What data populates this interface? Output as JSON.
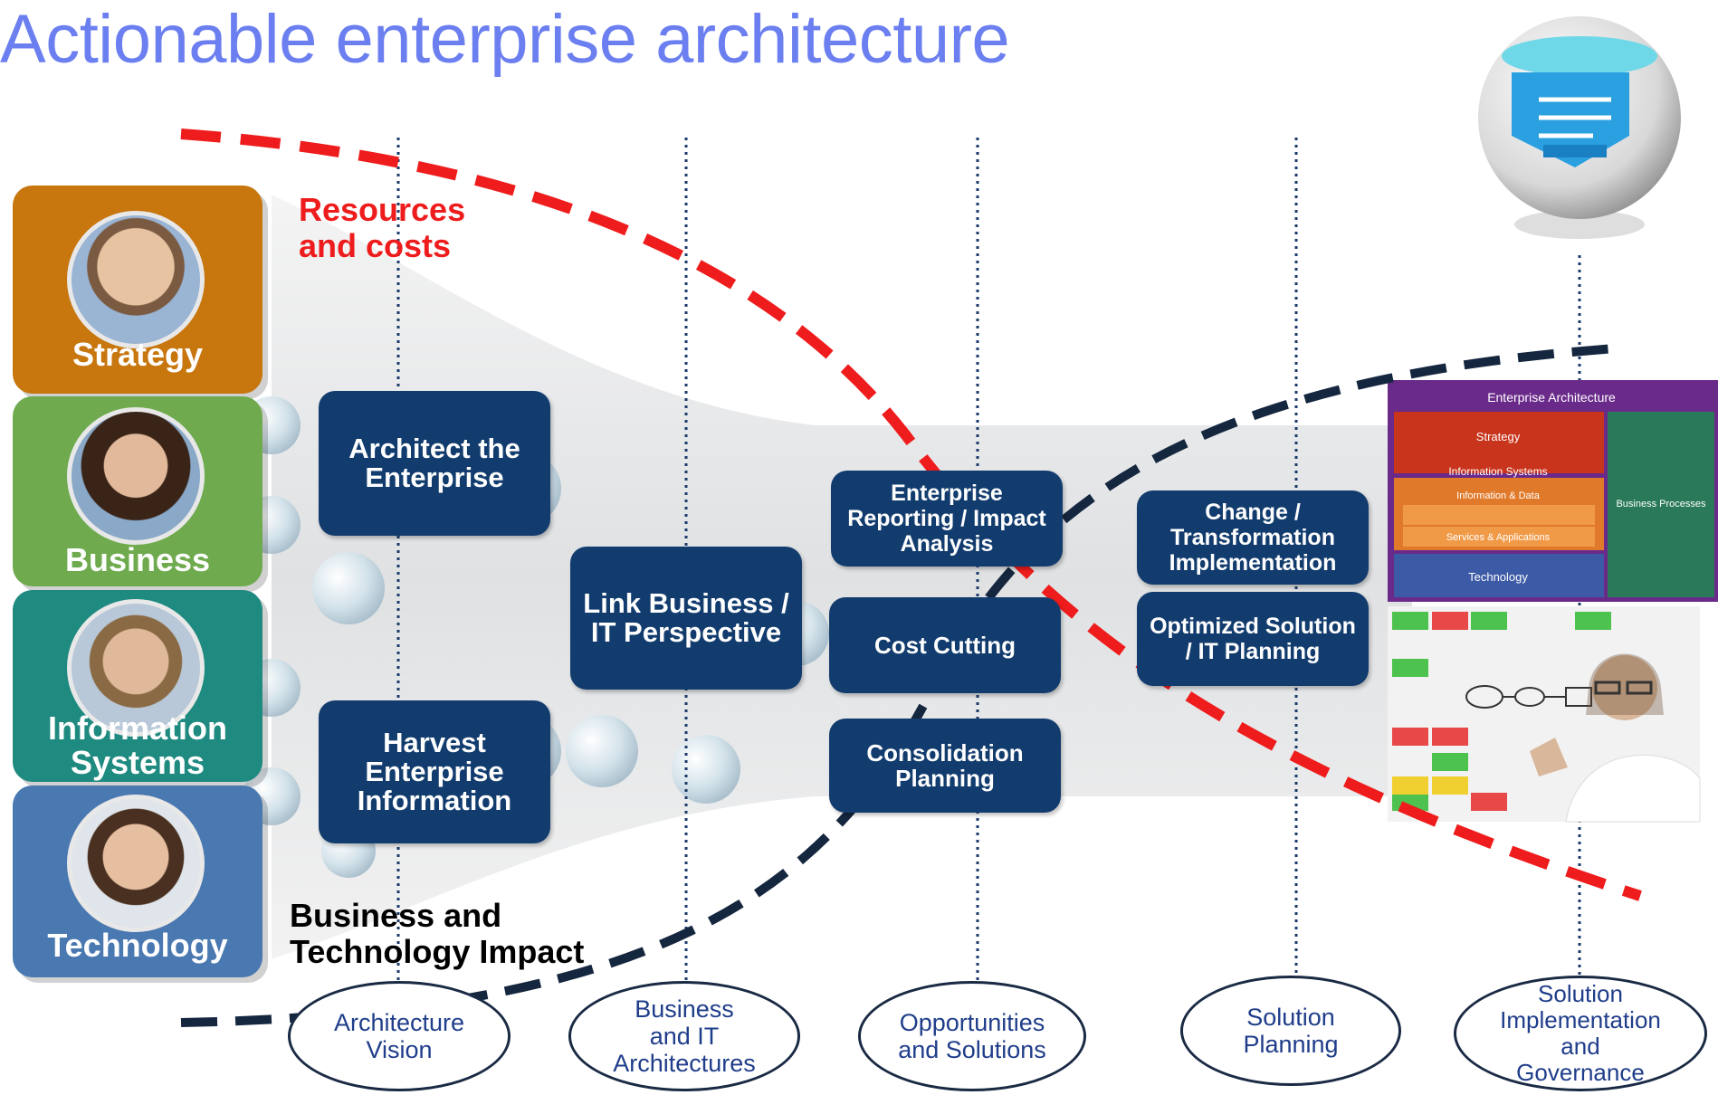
{
  "title": "Actionable enterprise architecture",
  "roles": [
    {
      "label": "Strategy",
      "color": "#c8760e"
    },
    {
      "label": "Business",
      "color": "#6fab4e"
    },
    {
      "label": "Information Systems",
      "color": "#1f8a80"
    },
    {
      "label": "Technology",
      "color": "#4a78b0"
    }
  ],
  "annotations": {
    "resources_line1": "Resources",
    "resources_line2": "and costs",
    "impact_line1": "Business and",
    "impact_line2": "Technology Impact"
  },
  "steps": {
    "architect": "Architect the Enterprise",
    "harvest": "Harvest Enterprise Information",
    "link": "Link Business / IT Perspective",
    "reporting": "Enterprise Reporting / Impact Analysis",
    "cost": "Cost Cutting",
    "consolidation": "Consolidation Planning",
    "change": "Change / Transformation Implementation",
    "optimized": "Optimized Solution / IT Planning"
  },
  "phases": [
    "Architecture Vision",
    "Business and IT Architectures",
    "Opportunities and Solutions",
    "Solution Planning",
    "Solution Implementation and Governance"
  ],
  "ea_panel": {
    "header": "Enterprise Architecture",
    "strategy": "Strategy",
    "info_systems": "Information Systems",
    "info_data": "Information & Data",
    "services": "Services & Applications",
    "technology": "Technology",
    "business_processes": "Business Processes"
  },
  "colors": {
    "title": "#6b7ff0",
    "step_fill": "#123c6e",
    "resources_curve": "#ee1c1c",
    "impact_curve": "#15263f"
  }
}
